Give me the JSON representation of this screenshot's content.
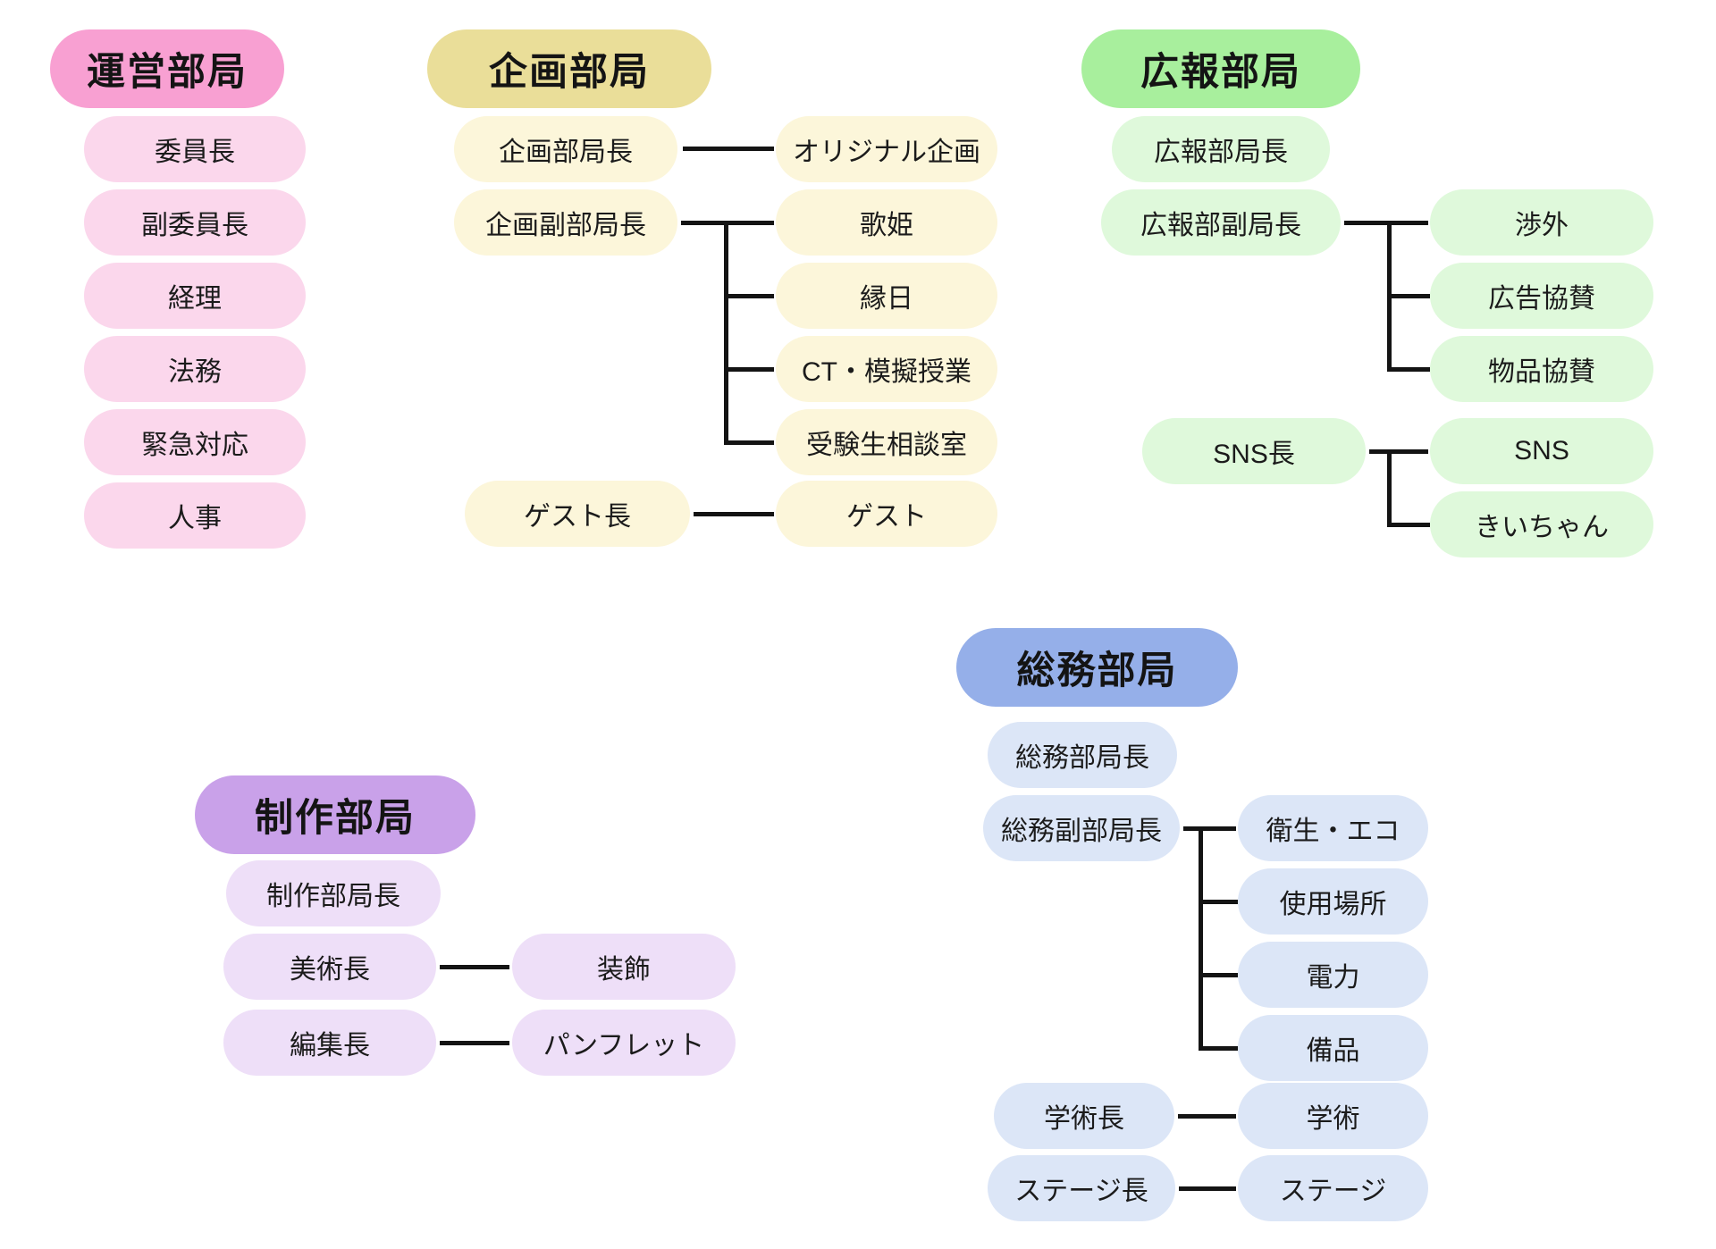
{
  "background": "#ffffff",
  "text_color": "#1b1b1b",
  "connector_color": "#141414",
  "sections": [
    {
      "id": "operations",
      "header": "運営部局",
      "header_color": "#f8a0d2",
      "pill_color": "#fbd7ec",
      "nodes": [
        "委員長",
        "副委員長",
        "経理",
        "法務",
        "緊急対応",
        "人事"
      ]
    },
    {
      "id": "planning",
      "header": "企画部局",
      "header_color": "#eade99",
      "pill_color": "#fcf6da",
      "nodes": [
        "企画部局長",
        "企画副部局長",
        "ゲスト長",
        "オリジナル企画",
        "歌姫",
        "縁日",
        "CT・模擬授業",
        "受験生相談室",
        "ゲスト"
      ]
    },
    {
      "id": "publicity",
      "header": "広報部局",
      "header_color": "#a8ef9d",
      "pill_color": "#dff9db",
      "nodes": [
        "広報部局長",
        "広報部副局長",
        "SNS長",
        "渉外",
        "広告協賛",
        "物品協賛",
        "SNS",
        "きいちゃん"
      ]
    },
    {
      "id": "production",
      "header": "制作部局",
      "header_color": "#c9a1e9",
      "pill_color": "#eedff8",
      "nodes": [
        "制作部局長",
        "美術長",
        "編集長",
        "装飾",
        "パンフレット"
      ]
    },
    {
      "id": "general_affairs",
      "header": "総務部局",
      "header_color": "#95afe9",
      "pill_color": "#dce6f7",
      "nodes": [
        "総務部局長",
        "総務副部局長",
        "衛生・エコ",
        "使用場所",
        "電力",
        "備品",
        "学術長",
        "学術",
        "ステージ長",
        "ステージ"
      ]
    }
  ],
  "connections": [
    {
      "from": "企画部局長",
      "to": [
        "オリジナル企画"
      ]
    },
    {
      "from": "企画副部局長",
      "to": [
        "歌姫",
        "縁日",
        "CT・模擬授業",
        "受験生相談室"
      ]
    },
    {
      "from": "ゲスト長",
      "to": [
        "ゲスト"
      ]
    },
    {
      "from": "広報部副局長",
      "to": [
        "渉外",
        "広告協賛",
        "物品協賛"
      ]
    },
    {
      "from": "SNS長",
      "to": [
        "SNS",
        "きいちゃん"
      ]
    },
    {
      "from": "美術長",
      "to": [
        "装飾"
      ]
    },
    {
      "from": "編集長",
      "to": [
        "パンフレット"
      ]
    },
    {
      "from": "総務副部局長",
      "to": [
        "衛生・エコ",
        "使用場所",
        "電力",
        "備品"
      ]
    },
    {
      "from": "学術長",
      "to": [
        "学術"
      ]
    },
    {
      "from": "ステージ長",
      "to": [
        "ステージ"
      ]
    }
  ]
}
